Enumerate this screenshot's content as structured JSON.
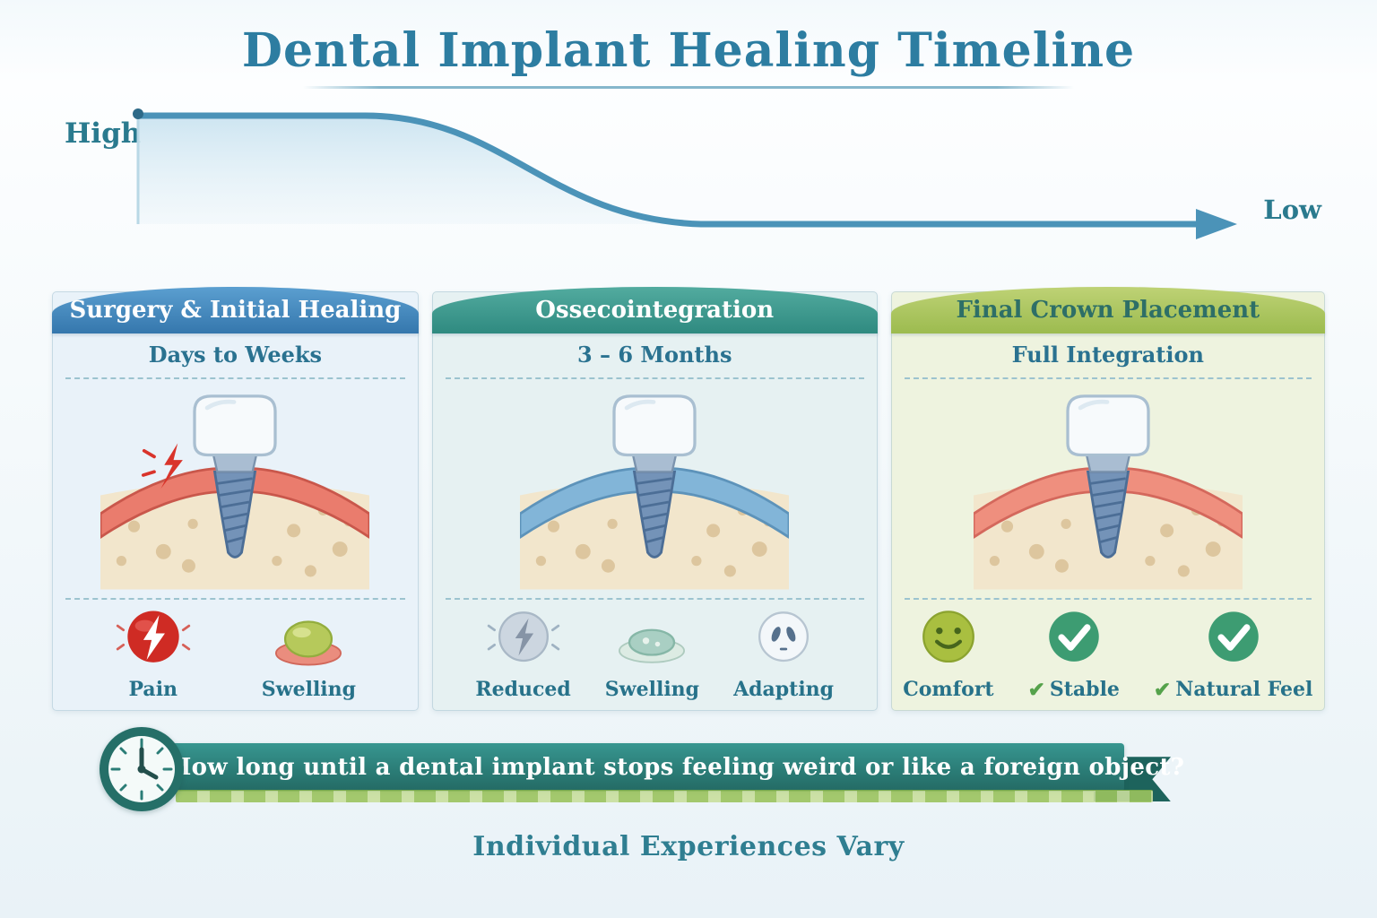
{
  "title": "Dental Implant Healing Timeline",
  "curve": {
    "left_label": "High",
    "right_label": "Low",
    "line_color": "#4b93b8"
  },
  "panels": [
    {
      "header": "Surgery & Initial Healing",
      "subtitle": "Days to Weeks",
      "header_color": "linear-gradient(180deg,#5b9fd0,#3577ad)",
      "header_text_color": "#ffffff",
      "body_color": "#e9f2f9",
      "gum_color": "#ea7c6d",
      "gum_edge_color": "#c9574b",
      "icons": [
        {
          "name": "pain-icon",
          "label": "Pain"
        },
        {
          "name": "swelling-icon",
          "label": "Swelling"
        }
      ]
    },
    {
      "header": "Ossecointegration",
      "subtitle": "3 – 6 Months",
      "header_color": "linear-gradient(180deg,#52ab9f,#2f8a80)",
      "header_text_color": "#ffffff",
      "body_color": "#e6f1f2",
      "gum_color": "#82b5d8",
      "gum_edge_color": "#5d93ba",
      "icons": [
        {
          "name": "reduced-pain-icon",
          "label": "Reduced"
        },
        {
          "name": "swelling-icon",
          "label": "Swelling"
        },
        {
          "name": "adapting-icon",
          "label": "Adapting"
        }
      ]
    },
    {
      "header": "Final Crown Placement",
      "subtitle": "Full Integration",
      "header_color": "linear-gradient(180deg,#bed275,#9cbb4f)",
      "header_text_color": "#2e6f67",
      "body_color": "#eef3df",
      "gum_color": "#ef8f7e",
      "gum_edge_color": "#d4685c",
      "icons": [
        {
          "name": "comfort-icon",
          "label": "Comfort"
        },
        {
          "name": "stable-icon",
          "label": "Stable",
          "check_glyph": "✔"
        },
        {
          "name": "natural-feel-icon",
          "label": "Natural Feel",
          "check_glyph": "✔"
        }
      ]
    }
  ],
  "banner": {
    "question": "How long until a dental implant stops feeling weird or like a foreign object?",
    "footnote": "Individual Experiences Vary",
    "ribbon_color": "#2b7d77"
  }
}
